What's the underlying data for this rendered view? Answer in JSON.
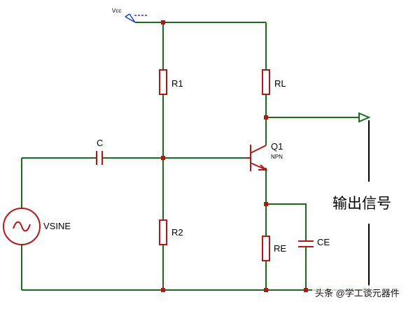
{
  "diagram": {
    "vcc_label": "Vcc",
    "components": {
      "r1": "R1",
      "r2": "R2",
      "rl": "RL",
      "re": "RE",
      "c": "C",
      "ce": "CE",
      "q1": "Q1",
      "q1_type": "NPN",
      "source": "VSINE"
    },
    "output_label": "输出信号",
    "watermark": "头条 @学工谈元器件"
  },
  "colors": {
    "wire": "#1a6b1a",
    "component": "#b01818",
    "text": "#000000",
    "vcc_marker": "#1f3fbf"
  }
}
